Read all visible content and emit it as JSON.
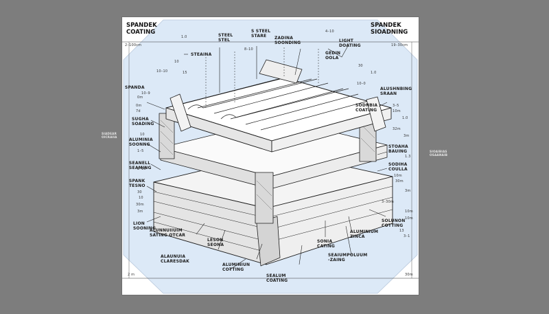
{
  "title_left": "SPANDEK\nCOATING",
  "title_right": "SPANDEK\nSIOADNING",
  "dim_top_left": "2–100cm",
  "dim_top_right": "19–30cm",
  "dim_bottom_left": "2 m",
  "dim_bottom_right": "30m",
  "side_note_left": "SIADEAR\nOICRAIIA",
  "side_note_right": "SIOAIBIAS\nOSAANAIB",
  "labels": {
    "steel_steel": "STEEL\nSTEL",
    "s_steel_stare": "S STEEL\nSTARE",
    "zadina_soonding": "ZADINA\nSOONDING",
    "light_doating": "LIGHT\nDOATING",
    "gedin_oola": "GEDIN\nOOLA",
    "steaina": "STEAINA",
    "spanda": "SPANDA",
    "sugha_soading": "SUGHA\nSOADING",
    "sodnbia_coating": "SODNBIA\nCOATING",
    "alushnbing_sraan": "ALUSHNBING\nSRAAN",
    "aluminia_soonnc": "ALUMINIA\nSOONNG",
    "seanell_seaming": "SEANELL\nSEAMING",
    "stoaha_bauing": "STOAHA\nBAUING",
    "sodiha_coulla": "SODIHA\nCOULLA",
    "spank_tesno": "SPANK\nTESNO",
    "lion_sooning": "LION\nSOONING",
    "alunnuiiuim_sating": "ALUNNUIIUIM\nSATING OTCAR",
    "leson_seona": "LESON\nSEONA",
    "solunon_cotting": "SOLUNON\nCOTTING",
    "aluininum_zinca": "ALUMINIUM\nZINCA",
    "sonia_catnng": "SONIA\nCATING",
    "alauvuia_claresdak": "ALAUNUIA\nCLARESDAK",
    "aluminiun_cotting": "ALUMINIUN\nCOTTING",
    "sealum_coating": "SEALUM\nCOATING",
    "seaiumpoluum_zaing": "SEAIUMPOLUUM\n-ZAING"
  },
  "dims": {
    "d1": "1.0",
    "d2": "8–10",
    "d3": "4–10",
    "d4": "10",
    "d5": "10–10",
    "d6": "15",
    "d7": "30",
    "d8": "10–0",
    "d9": "1.0",
    "d10": "0m",
    "d11": "7d",
    "d12": "3–5",
    "d13": "10m",
    "d14": "32m",
    "d15": "1.0",
    "d16": "1–5",
    "d17": "3m",
    "d18": "10m",
    "d19": "30m",
    "d20": "3m",
    "d21": "3–30m",
    "d22": "30",
    "d23": "10",
    "d24": "30m",
    "d25": "3m",
    "d26": "10m",
    "d27": "10m",
    "d28": "13",
    "d29": "2–10",
    "d30": "1.3",
    "d31": "10",
    "d32": "3–1",
    "d33": "0m",
    "d34": "10–9"
  },
  "colors": {
    "page_bg": "#7d7d7d",
    "paper": "#ffffff",
    "backdrop": "#dce9f7",
    "ink": "#1b1b1b"
  }
}
